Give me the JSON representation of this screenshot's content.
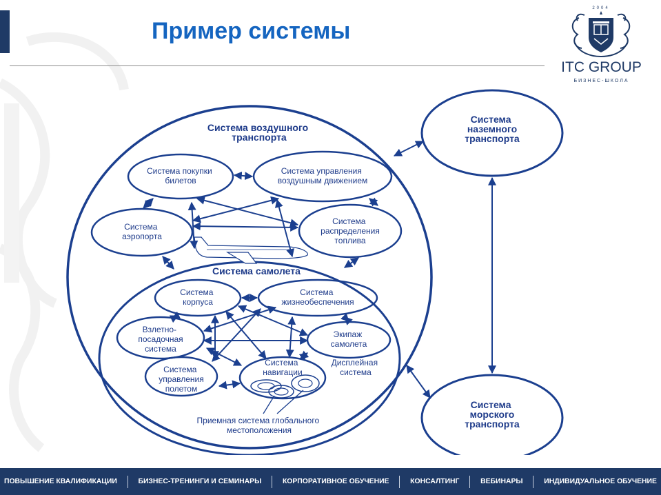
{
  "header": {
    "title": "Пример системы"
  },
  "logo": {
    "year": "2004",
    "name": "ITC GROUP",
    "subtitle": "БИЗНЕС-ШКОЛА"
  },
  "diagram": {
    "air_system": "Система воздушного транспорта",
    "ground_system": "Система наземного транспорта",
    "sea_system": "Система морского транспорта",
    "ticket_system": "Система покупки билетов",
    "atc_system": "Система управления воздушным движением",
    "airport_system": "Система аэропорта",
    "fuel_system": "Система распределения топлива",
    "aircraft_system": "Система самолета",
    "hull_system": "Система корпуса",
    "life_support_system": "Система жизнеобеспечения",
    "landing_system": "Взлетно-посадочная система",
    "crew": "Экипаж самолета",
    "flight_control_system": "Система управления полетом",
    "navigation_system": "Система навигации",
    "display_system": "Дисплейная система",
    "gps_receiver": "Приемная система глобального местоположения"
  },
  "footer": {
    "items": [
      "ПОВЫШЕНИЕ КВАЛИФИКАЦИИ",
      "БИЗНЕС-ТРЕНИНГИ И СЕМИНАРЫ",
      "КОРПОРАТИВНОЕ ОБУЧЕНИЕ",
      "КОНСАЛТИНГ",
      "ВЕБИНАРЫ",
      "ИНДИВИДУАЛЬНОЕ ОБУЧЕНИЕ"
    ]
  },
  "colors": {
    "title": "#1565c0",
    "brand": "#1f3a66",
    "line": "#1b3f8f",
    "text": "#1e3b8a"
  }
}
